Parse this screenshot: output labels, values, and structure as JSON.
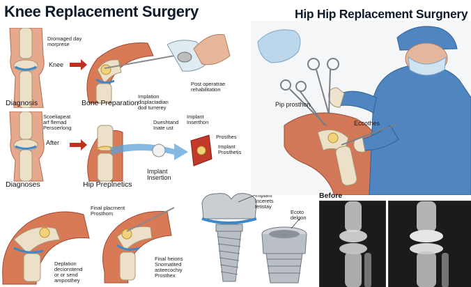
{
  "titles": {
    "knee": "Knee Replacement Surgery",
    "hip": "Hip Hip Replacement Surgnery"
  },
  "knee_row1": {
    "label_a": "Dromaged day\nmorprese",
    "label_b": "Knee",
    "stage_left": "Diagnosis",
    "stage_mid": "Bone Preparation",
    "label_c": "Implation\ndisplactadian\ndod turrerey",
    "label_d": "Post operatrae\nrehabilitation"
  },
  "knee_row2": {
    "label_a": "Scoeliapeat\narf flemad\nPersoerlong",
    "label_b": "After",
    "stage_left": "Diagnoses",
    "stage_mid": "Hip Preplnetics",
    "label_c": "Dueshtand\nInate ust",
    "label_d": "Implant\nInserthon",
    "label_e": "Prosthes",
    "label_f": "Implant\nProsthetis",
    "label_g": "Implant\nInsertion"
  },
  "knee_row3": {
    "label_a": "Final placrnent\nProsthom",
    "label_b": "Deplation\ndecionstend\nor or send\namposthey",
    "label_c": "Final heions\nSnornatited\nasteecochiy\nProsthex"
  },
  "implant": {
    "label_a": "Implant\nIncerets\ntetistay",
    "label_b": "Ecoto\ndelgon"
  },
  "hip": {
    "label_a": "Pip prosthon",
    "label_b": "Eccothes"
  },
  "xray": {
    "before": "Before"
  },
  "colors": {
    "bone": "#e8dcc4",
    "flesh": "#d97a57",
    "cartilage": "#3d88c8",
    "gown": "#4f86c1",
    "glove": "#ede3cf",
    "arrow_red": "#c0301f"
  }
}
